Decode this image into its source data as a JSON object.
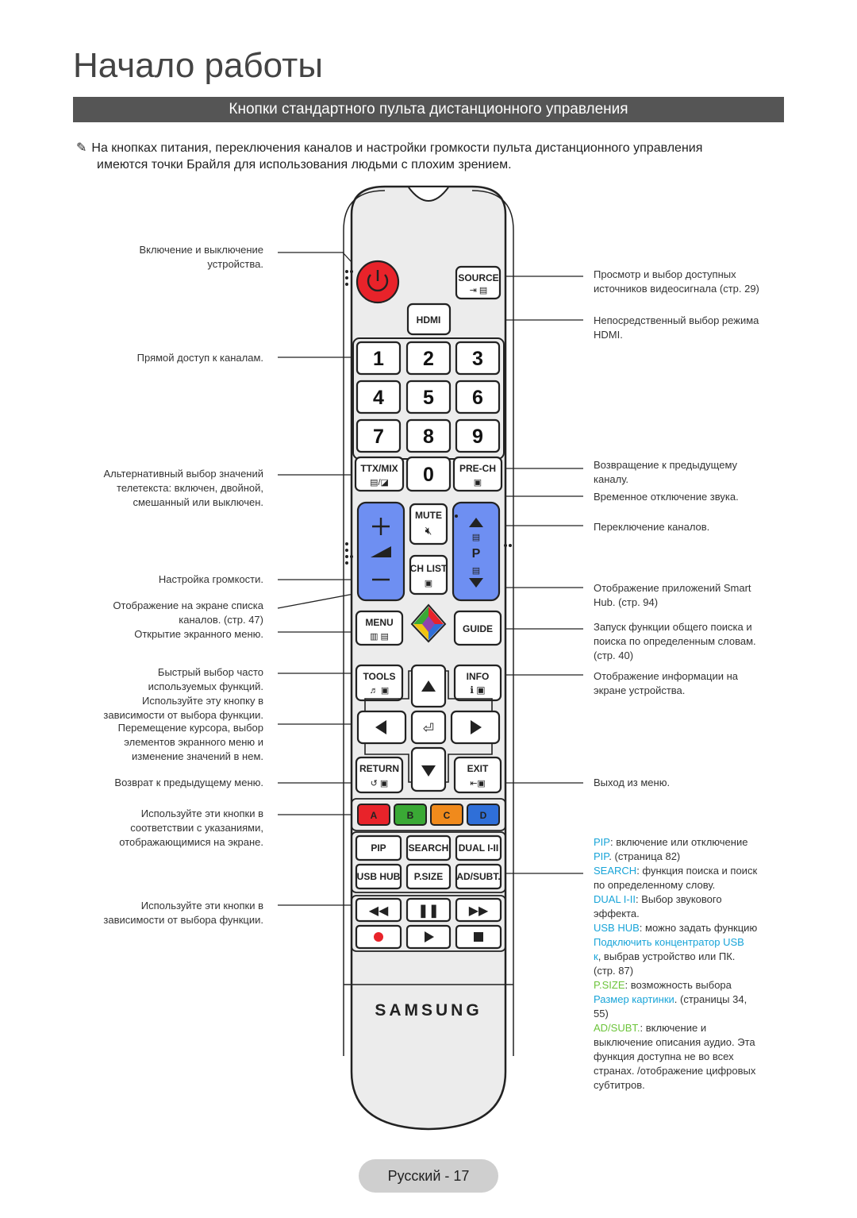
{
  "title": "Начало работы",
  "section": "Кнопки стандартного пульта дистанционного управления",
  "note": {
    "icon": "pencil-note-icon",
    "line1": "На кнопках питания, переключения каналов и настройки громкости пульта дистанционного управления",
    "line2": "имеются точки Брайля для использования людьми с плохим зрением."
  },
  "left_labels": [
    {
      "lines": [
        "Включение и выключение",
        "устройства."
      ]
    },
    {
      "lines": [
        "Прямой доступ к каналам."
      ]
    },
    {
      "lines": [
        "Альтернативный выбор значений",
        "телетекста: включен, двойной,",
        "смешанный или выключен."
      ]
    },
    {
      "lines": [
        "Настройка громкости."
      ]
    },
    {
      "lines": [
        "Отображение на экране списка",
        "каналов. (стр. 47)"
      ]
    },
    {
      "lines": [
        "Открытие экранного меню."
      ]
    },
    {
      "lines": [
        "Быстрый выбор часто",
        "используемых функций.",
        "Используйте эту кнопку в",
        "зависимости от выбора функции."
      ]
    },
    {
      "lines": [
        "Перемещение курсора, выбор",
        "элементов экранного меню и",
        "изменение значений в нем."
      ]
    },
    {
      "lines": [
        "Возврат к предыдущему меню."
      ]
    },
    {
      "lines": [
        "Используйте эти кнопки в",
        "соответствии с указаниями,",
        "отображающимися на экране."
      ]
    },
    {
      "lines": [
        "Используйте эти кнопки в",
        "зависимости от выбора функции."
      ]
    }
  ],
  "right_labels": [
    {
      "lines": [
        "Просмотр и выбор доступных",
        "источников видеосигнала (стр. 29)"
      ]
    },
    {
      "lines": [
        "Непосредственный выбор режима",
        "HDMI."
      ]
    },
    {
      "lines": [
        "Возвращение к предыдущему",
        "каналу."
      ]
    },
    {
      "lines": [
        "Временное отключение звука."
      ]
    },
    {
      "lines": [
        "Переключение каналов."
      ]
    },
    {
      "lines": [
        "Отображение приложений Smart",
        "Hub. (стр. 94)"
      ]
    },
    {
      "lines": [
        "Запуск функции общего поиска и",
        "поиска по определенным словам.",
        "(стр. 40)"
      ]
    },
    {
      "lines": [
        "Отображение информации на",
        "экране устройства."
      ]
    },
    {
      "lines": [
        "Выход из меню."
      ]
    }
  ],
  "function_notes": {
    "pip_key": "PIP",
    "pip_text": ": включение или отключение",
    "pip_key2": "PIP",
    "pip_text2": ". (страница 82)",
    "search_key": "SEARCH",
    "search_text": ": функция поиска и поиск",
    "search_text2": "по определенному слову.",
    "dual_key": "DUAL I-II",
    "dual_text": ": Выбор звукового",
    "dual_text2": "эффекта.",
    "usb_key": "USB HUB",
    "usb_text": ": можно задать функцию",
    "usb_link": "Подключить концентратор USB",
    "usb_link2": "к",
    "usb_text2": ", выбрав устройство или ПК.",
    "usb_text3": "(стр. 87)",
    "psize_key": "P.SIZE",
    "psize_text": ": возможность выбора",
    "psize_link": "Размер картинки",
    "psize_text2": ". (страницы 34,",
    "psize_text3": "55)",
    "adsubt_key": "AD/SUBT.",
    "adsubt_text": ": включение и",
    "adsubt_lines": [
      "выключение описания аудио. Эта",
      "функция доступна не во всех",
      "странах. /отображение цифровых",
      "субтитров."
    ]
  },
  "remote": {
    "source": "SOURCE",
    "hdmi": "HDMI",
    "digits": [
      "1",
      "2",
      "3",
      "4",
      "5",
      "6",
      "7",
      "8",
      "9"
    ],
    "ttx": "TTX/MIX",
    "zero": "0",
    "prech": "PRE-CH",
    "mute": "MUTE",
    "chlist": "CH LIST",
    "p": "P",
    "menu": "MENU",
    "guide": "GUIDE",
    "tools": "TOOLS",
    "info": "INFO",
    "return": "RETURN",
    "exit": "EXIT",
    "color_buttons": [
      {
        "label": "A",
        "color": "#e8232a"
      },
      {
        "label": "B",
        "color": "#3aa935"
      },
      {
        "label": "C",
        "color": "#f08a1c"
      },
      {
        "label": "D",
        "color": "#2f6fd8"
      }
    ],
    "fn_row1": [
      "PIP",
      "SEARCH",
      "DUAL I-II"
    ],
    "fn_row2": [
      "USB HUB",
      "P.SIZE",
      "AD/SUBT."
    ],
    "brand": "SAMSUNG",
    "colors": {
      "power": "#e8232a",
      "rocker": "#6e8ff2",
      "body": "#ececec"
    }
  },
  "footer": "Русский - 17"
}
